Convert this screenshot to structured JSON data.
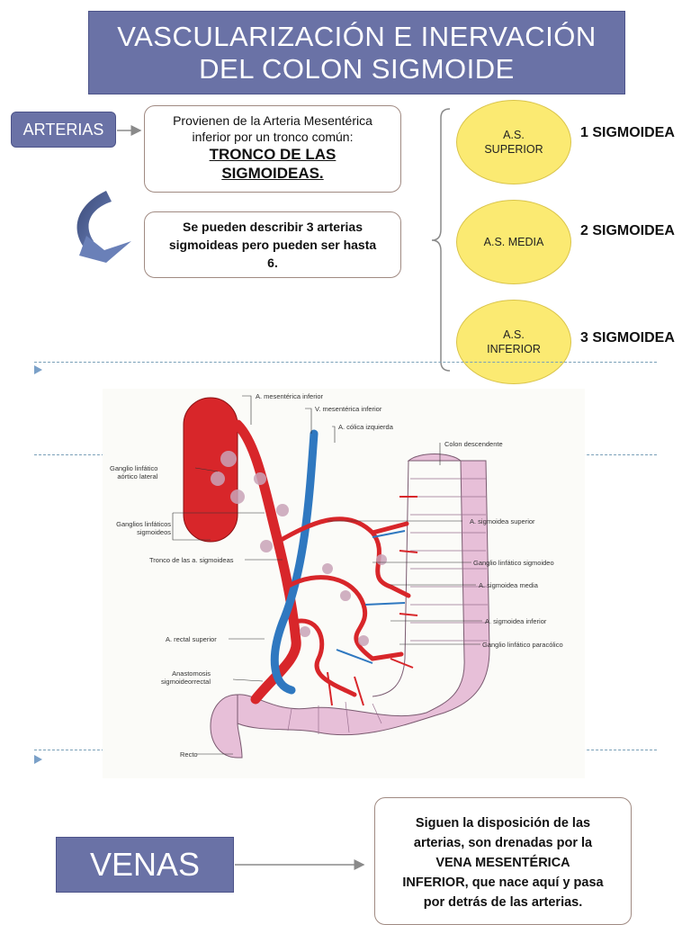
{
  "title": {
    "line1": "VASCULARIZACIÓN E INERVACIÓN",
    "line2": "DEL COLON SIGMOIDE"
  },
  "arterias": {
    "label": "ARTERIAS",
    "box1": {
      "line1": "Provienen de la Arteria Mesentérica",
      "line2": "inferior por un tronco común:",
      "emph1": "TRONCO DE LAS",
      "emph2": "SIGMOIDEAS."
    },
    "box2": {
      "line1": "Se pueden describir 3 arterias",
      "line2": "sigmoideas pero pueden ser hasta",
      "line3": "6."
    },
    "branches": [
      {
        "ellipse_l1": "A.S.",
        "ellipse_l2": "SUPERIOR",
        "label": "1 SIGMOIDEA"
      },
      {
        "ellipse_l1": "A.S. MEDIA",
        "ellipse_l2": "",
        "label": "2 SIGMOIDEA"
      },
      {
        "ellipse_l1": "A.S.",
        "ellipse_l2": "INFERIOR",
        "label": "3 SIGMOIDEA"
      }
    ]
  },
  "figure": {
    "labels": {
      "mesenterica_inf": "A. mesentérica inferior",
      "v_mesenterica_inf": "V. mesentérica inferior",
      "colica_izq": "A. cólica izquierda",
      "colon_desc": "Colon descendente",
      "ganglio_aortico_1": "Ganglio linfático",
      "ganglio_aortico_2": "aórtico lateral",
      "ganglios_sigm_1": "Ganglios linfáticos",
      "ganglios_sigm_2": "sigmoideos",
      "sigm_superior": "A. sigmoidea superior",
      "tronco": "Tronco de las a. sigmoideas",
      "ganglio_sigmoideo": "Ganglio linfático sigmoideo",
      "sigm_media": "A. sigmoidea media",
      "sigm_inferior": "A. sigmoidea inferior",
      "rectal_sup": "A. rectal superior",
      "ganglio_paracolico": "Ganglio linfático paracólico",
      "anastomosis_1": "Anastomosis",
      "anastomosis_2": "sigmoideorrectal",
      "recto": "Recto"
    }
  },
  "venas": {
    "label": "VENAS",
    "box": {
      "line1": "Siguen la disposición de las",
      "line2": "arterias, son drenadas por la",
      "line3": "VENA MESENTÉRICA",
      "line4": "INFERIOR, que nace aquí y pasa",
      "line5": "por detrás de las arterias."
    }
  },
  "colors": {
    "accent": "#6a72a6",
    "ellipse": "#fbea72",
    "artery": "#d8262a",
    "vein": "#2f78c0",
    "colon": "#e4b9d6"
  }
}
